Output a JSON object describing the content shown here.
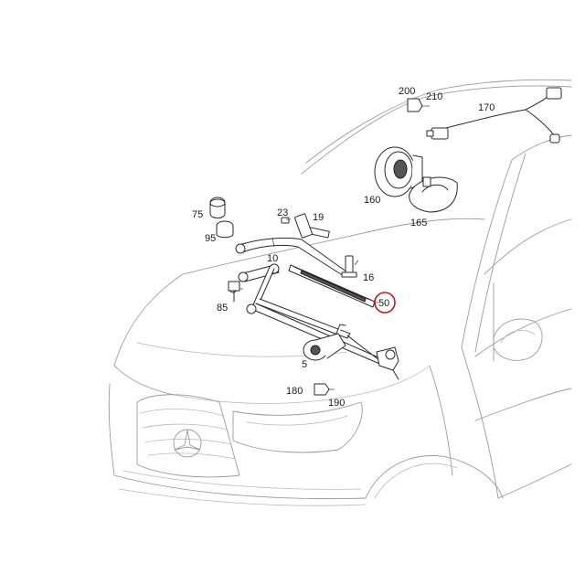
{
  "diagram": {
    "highlight_color": "#c0171e",
    "callouts": {
      "p200": "200",
      "p210": "210",
      "p170": "170",
      "p160": "160",
      "p165": "165",
      "p75": "75",
      "p95": "95",
      "p23": "23",
      "p19": "19",
      "p10": "10",
      "p16": "16",
      "p50": "50",
      "p85": "85",
      "p5": "5",
      "p180": "180",
      "p190": "190"
    }
  }
}
